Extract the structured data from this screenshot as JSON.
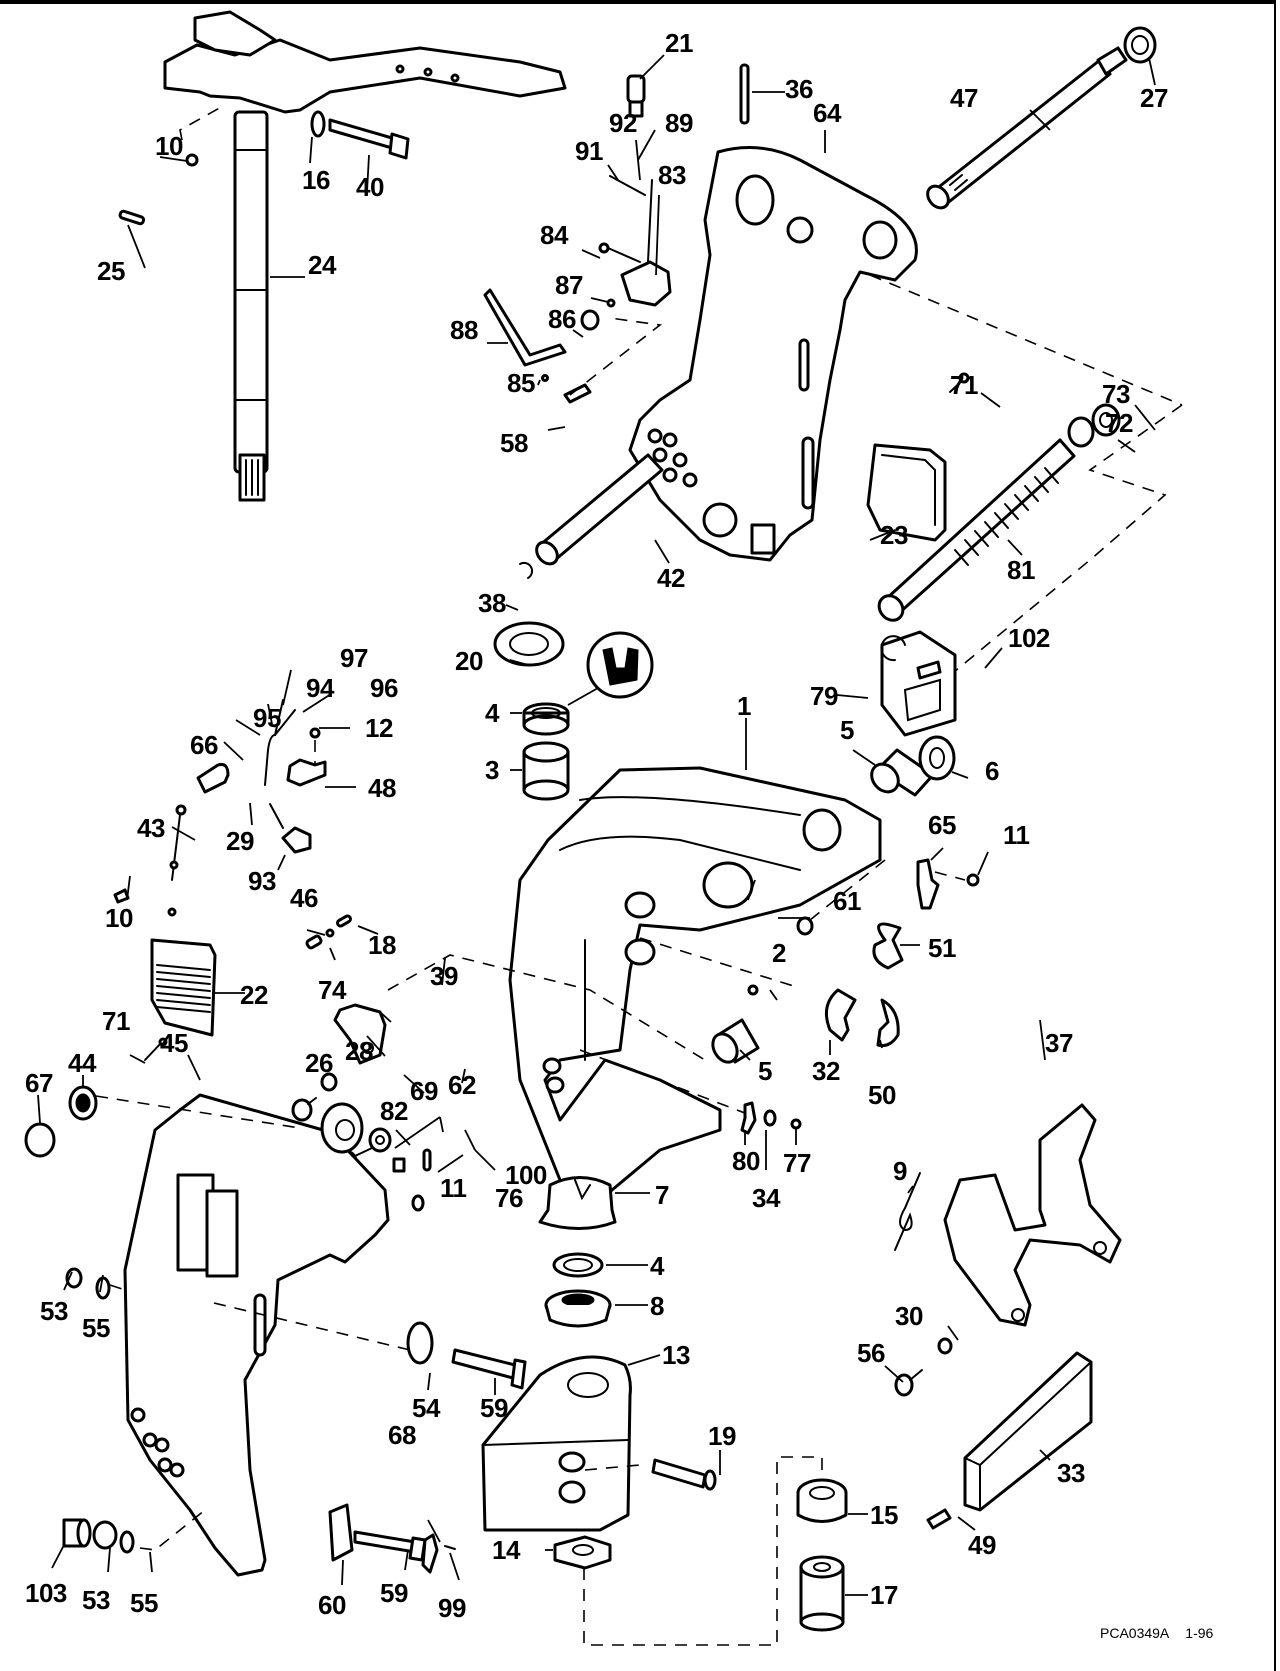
{
  "diagram": {
    "type": "exploded-parts-view",
    "subject": "outboard swivel / stern bracket assembly",
    "document_code": "PCA0349A",
    "document_date": "1-96",
    "sealant_symbol": "stamped-seal-icon",
    "callouts": [
      {
        "id": "c1",
        "label": "1"
      },
      {
        "id": "c2",
        "label": "2"
      },
      {
        "id": "c3",
        "label": "3"
      },
      {
        "id": "c4a",
        "label": "4"
      },
      {
        "id": "c4b",
        "label": "4"
      },
      {
        "id": "c5a",
        "label": "5"
      },
      {
        "id": "c5b",
        "label": "5"
      },
      {
        "id": "c6",
        "label": "6"
      },
      {
        "id": "c7",
        "label": "7"
      },
      {
        "id": "c8",
        "label": "8"
      },
      {
        "id": "c9",
        "label": "9"
      },
      {
        "id": "c10a",
        "label": "10"
      },
      {
        "id": "c10b",
        "label": "10"
      },
      {
        "id": "c11a",
        "label": "11"
      },
      {
        "id": "c11b",
        "label": "11"
      },
      {
        "id": "c12",
        "label": "12"
      },
      {
        "id": "c13",
        "label": "13"
      },
      {
        "id": "c14",
        "label": "14"
      },
      {
        "id": "c15",
        "label": "15"
      },
      {
        "id": "c16",
        "label": "16"
      },
      {
        "id": "c17",
        "label": "17"
      },
      {
        "id": "c18",
        "label": "18"
      },
      {
        "id": "c19",
        "label": "19"
      },
      {
        "id": "c20",
        "label": "20"
      },
      {
        "id": "c21",
        "label": "21"
      },
      {
        "id": "c22",
        "label": "22"
      },
      {
        "id": "c23",
        "label": "23"
      },
      {
        "id": "c24",
        "label": "24"
      },
      {
        "id": "c25",
        "label": "25"
      },
      {
        "id": "c26",
        "label": "26"
      },
      {
        "id": "c27",
        "label": "27"
      },
      {
        "id": "c28",
        "label": "28"
      },
      {
        "id": "c29",
        "label": "29"
      },
      {
        "id": "c30",
        "label": "30"
      },
      {
        "id": "c32",
        "label": "32"
      },
      {
        "id": "c33",
        "label": "33"
      },
      {
        "id": "c34",
        "label": "34"
      },
      {
        "id": "c36",
        "label": "36"
      },
      {
        "id": "c37",
        "label": "37"
      },
      {
        "id": "c38",
        "label": "38"
      },
      {
        "id": "c39",
        "label": "39"
      },
      {
        "id": "c40",
        "label": "40"
      },
      {
        "id": "c42",
        "label": "42"
      },
      {
        "id": "c43",
        "label": "43"
      },
      {
        "id": "c44",
        "label": "44"
      },
      {
        "id": "c45",
        "label": "45"
      },
      {
        "id": "c46",
        "label": "46"
      },
      {
        "id": "c47",
        "label": "47"
      },
      {
        "id": "c48",
        "label": "48"
      },
      {
        "id": "c49",
        "label": "49"
      },
      {
        "id": "c50",
        "label": "50"
      },
      {
        "id": "c51",
        "label": "51"
      },
      {
        "id": "c53a",
        "label": "53"
      },
      {
        "id": "c53b",
        "label": "53"
      },
      {
        "id": "c54",
        "label": "54"
      },
      {
        "id": "c55a",
        "label": "55"
      },
      {
        "id": "c55b",
        "label": "55"
      },
      {
        "id": "c56",
        "label": "56"
      },
      {
        "id": "c58",
        "label": "58"
      },
      {
        "id": "c59a",
        "label": "59"
      },
      {
        "id": "c59b",
        "label": "59"
      },
      {
        "id": "c60",
        "label": "60"
      },
      {
        "id": "c61",
        "label": "61"
      },
      {
        "id": "c62",
        "label": "62"
      },
      {
        "id": "c64",
        "label": "64"
      },
      {
        "id": "c65",
        "label": "65"
      },
      {
        "id": "c66",
        "label": "66"
      },
      {
        "id": "c67",
        "label": "67"
      },
      {
        "id": "c68",
        "label": "68"
      },
      {
        "id": "c69",
        "label": "69"
      },
      {
        "id": "c71a",
        "label": "71"
      },
      {
        "id": "c71b",
        "label": "71"
      },
      {
        "id": "c72",
        "label": "72"
      },
      {
        "id": "c73",
        "label": "73"
      },
      {
        "id": "c74",
        "label": "74"
      },
      {
        "id": "c76",
        "label": "76"
      },
      {
        "id": "c77",
        "label": "77"
      },
      {
        "id": "c79",
        "label": "79"
      },
      {
        "id": "c80",
        "label": "80"
      },
      {
        "id": "c81",
        "label": "81"
      },
      {
        "id": "c82",
        "label": "82"
      },
      {
        "id": "c83",
        "label": "83"
      },
      {
        "id": "c84",
        "label": "84"
      },
      {
        "id": "c85",
        "label": "85"
      },
      {
        "id": "c86",
        "label": "86"
      },
      {
        "id": "c87",
        "label": "87"
      },
      {
        "id": "c88",
        "label": "88"
      },
      {
        "id": "c89",
        "label": "89"
      },
      {
        "id": "c91",
        "label": "91"
      },
      {
        "id": "c92",
        "label": "92"
      },
      {
        "id": "c93",
        "label": "93"
      },
      {
        "id": "c94",
        "label": "94"
      },
      {
        "id": "c95",
        "label": "95"
      },
      {
        "id": "c96",
        "label": "96"
      },
      {
        "id": "c97",
        "label": "97"
      },
      {
        "id": "c99",
        "label": "99"
      },
      {
        "id": "c100",
        "label": "100"
      },
      {
        "id": "c102",
        "label": "102"
      },
      {
        "id": "c103",
        "label": "103"
      }
    ]
  }
}
